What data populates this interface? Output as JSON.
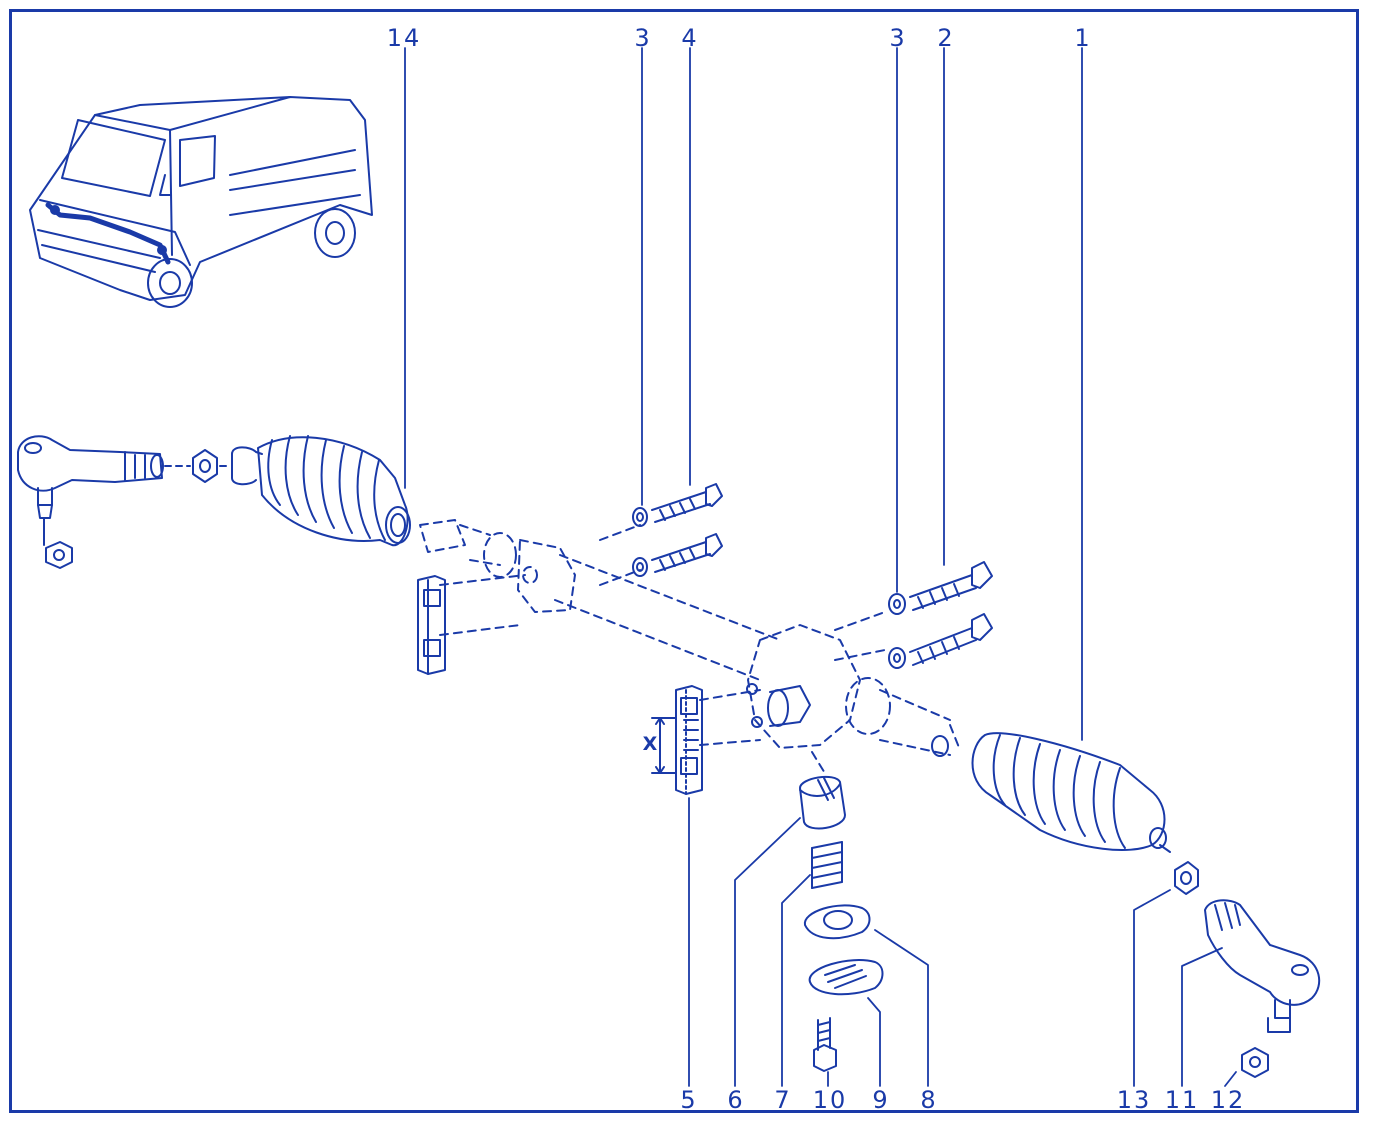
{
  "diagram": {
    "ink_color": "#1a3aa8",
    "background": "#ffffff",
    "callouts": {
      "top_14": "14",
      "top_3a": "3",
      "top_4": "4",
      "top_3b": "3",
      "top_2": "2",
      "top_1": "1",
      "bottom_5": "5",
      "bottom_6": "6",
      "bottom_7": "7",
      "bottom_10": "10",
      "bottom_9": "9",
      "bottom_8": "8",
      "bottom_13": "13",
      "bottom_11": "11",
      "bottom_12": "12"
    },
    "dimension_mark": "X"
  }
}
